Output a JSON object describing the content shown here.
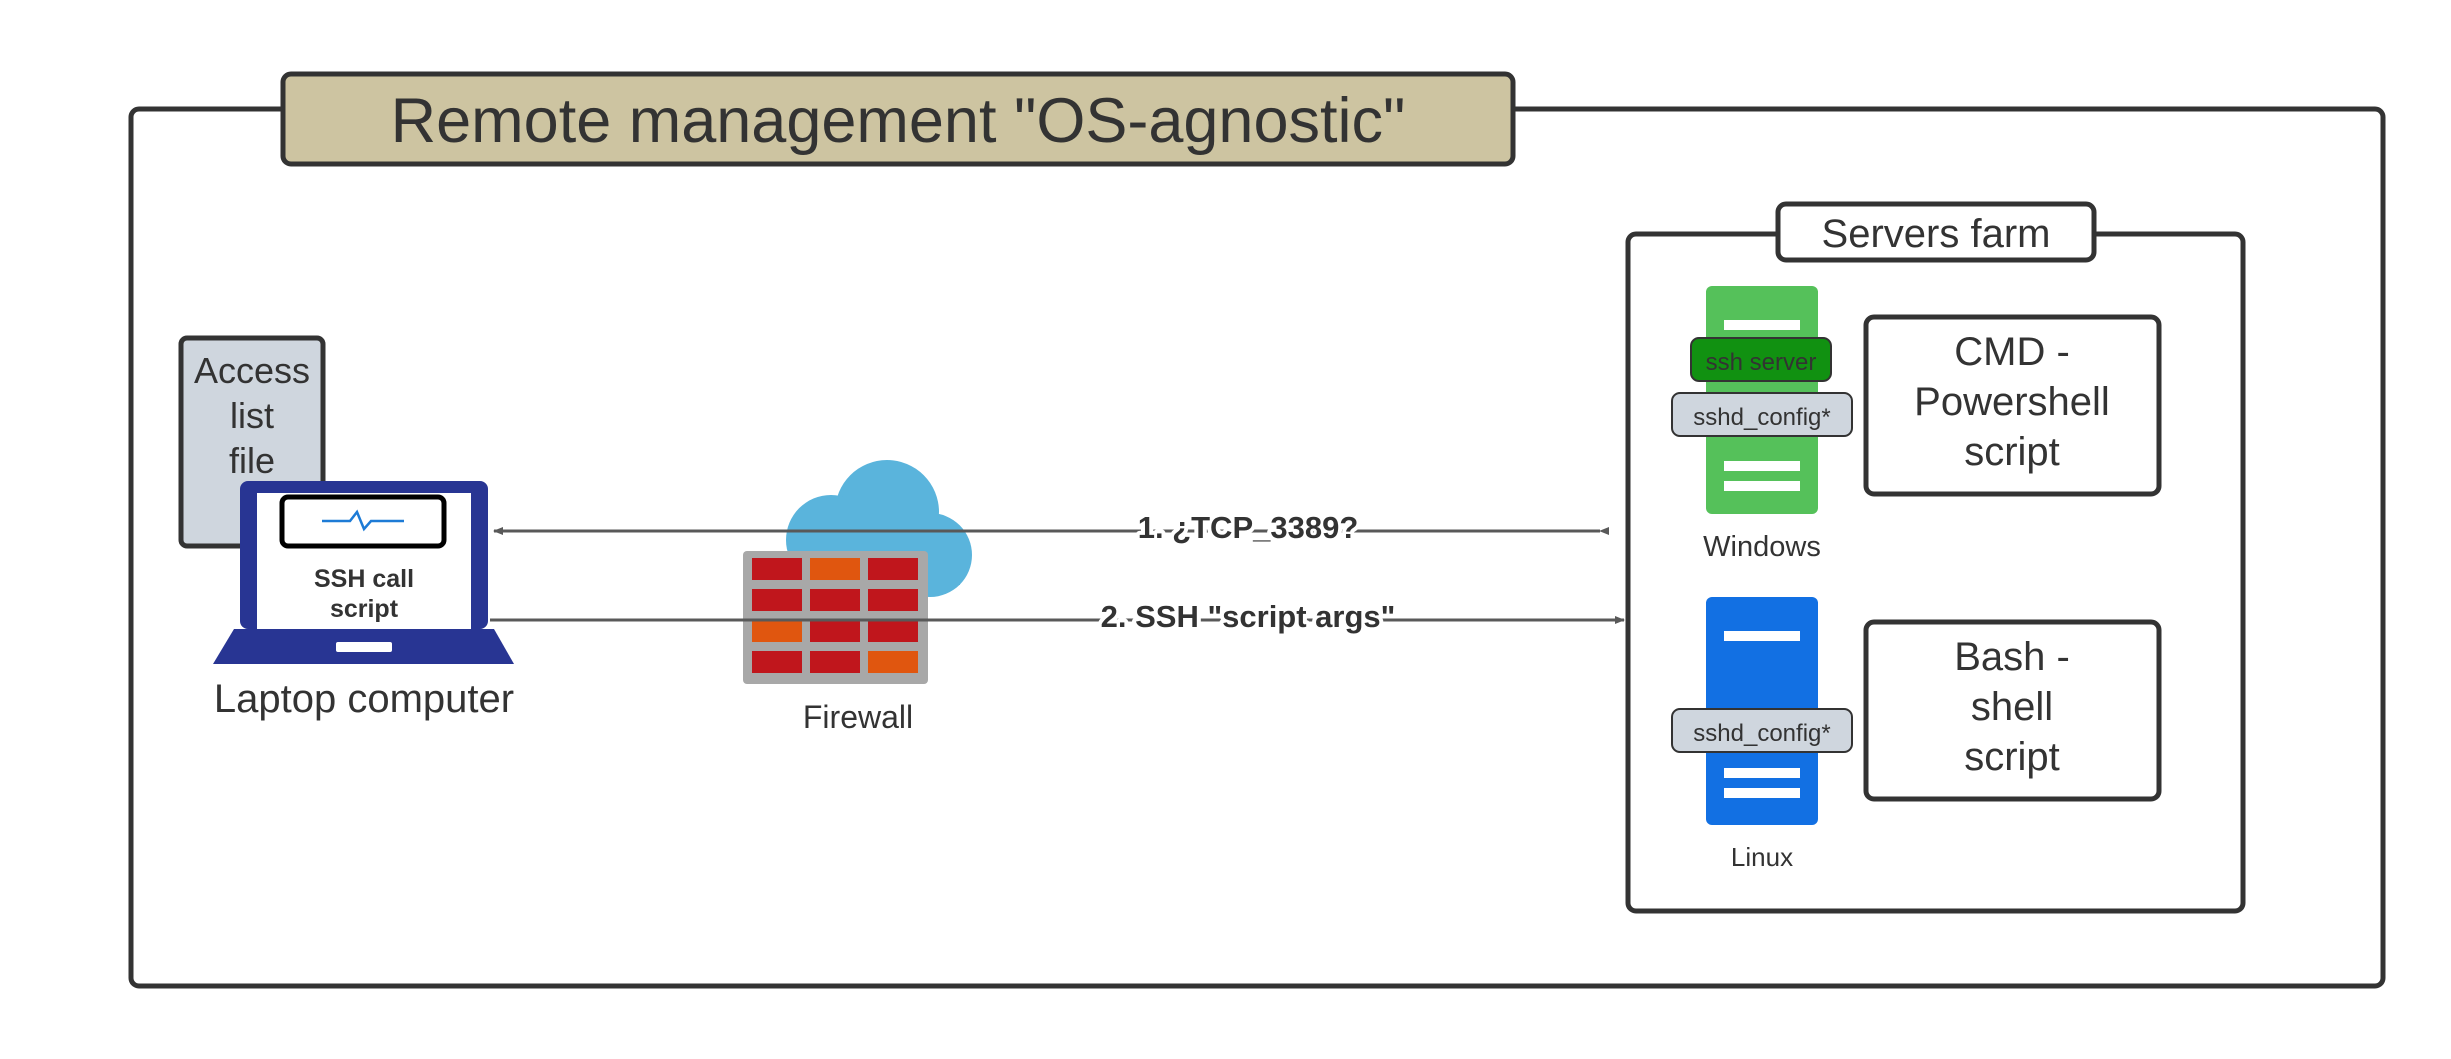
{
  "title": "Remote management \"OS-agnostic\"",
  "access_list": {
    "lines": [
      "Access",
      "list",
      "file"
    ]
  },
  "laptop": {
    "screen_lines": [
      "SSH call",
      "script"
    ],
    "label": "Laptop computer"
  },
  "firewall": {
    "label": "Firewall"
  },
  "connections": [
    {
      "label": "1. ¿TCP_3389?"
    },
    {
      "label": "2. SSH \"script args\""
    }
  ],
  "servers_farm": {
    "title": "Servers farm",
    "windows": {
      "badge": "ssh server",
      "config": "sshd_config*",
      "label": "Windows",
      "script_lines": [
        "CMD -",
        "Powershell",
        "script"
      ]
    },
    "linux": {
      "config": "sshd_config*",
      "label": "Linux",
      "script_lines": [
        "Bash -",
        "shell",
        "script"
      ]
    }
  },
  "colors": {
    "title_fill": "#cdc4a1",
    "access_list_fill": "#cfd6de",
    "laptop": "#283593",
    "cloud": "#5ab4dc",
    "brick_red": "#c0161c",
    "brick_orange": "#e0560f",
    "mortar": "#a8a8a8",
    "windows_server": "#55c15a",
    "ssh_badge": "#119111",
    "linux_server": "#1270e3",
    "config_badge": "#cfd6de",
    "arrow": "#595959"
  }
}
